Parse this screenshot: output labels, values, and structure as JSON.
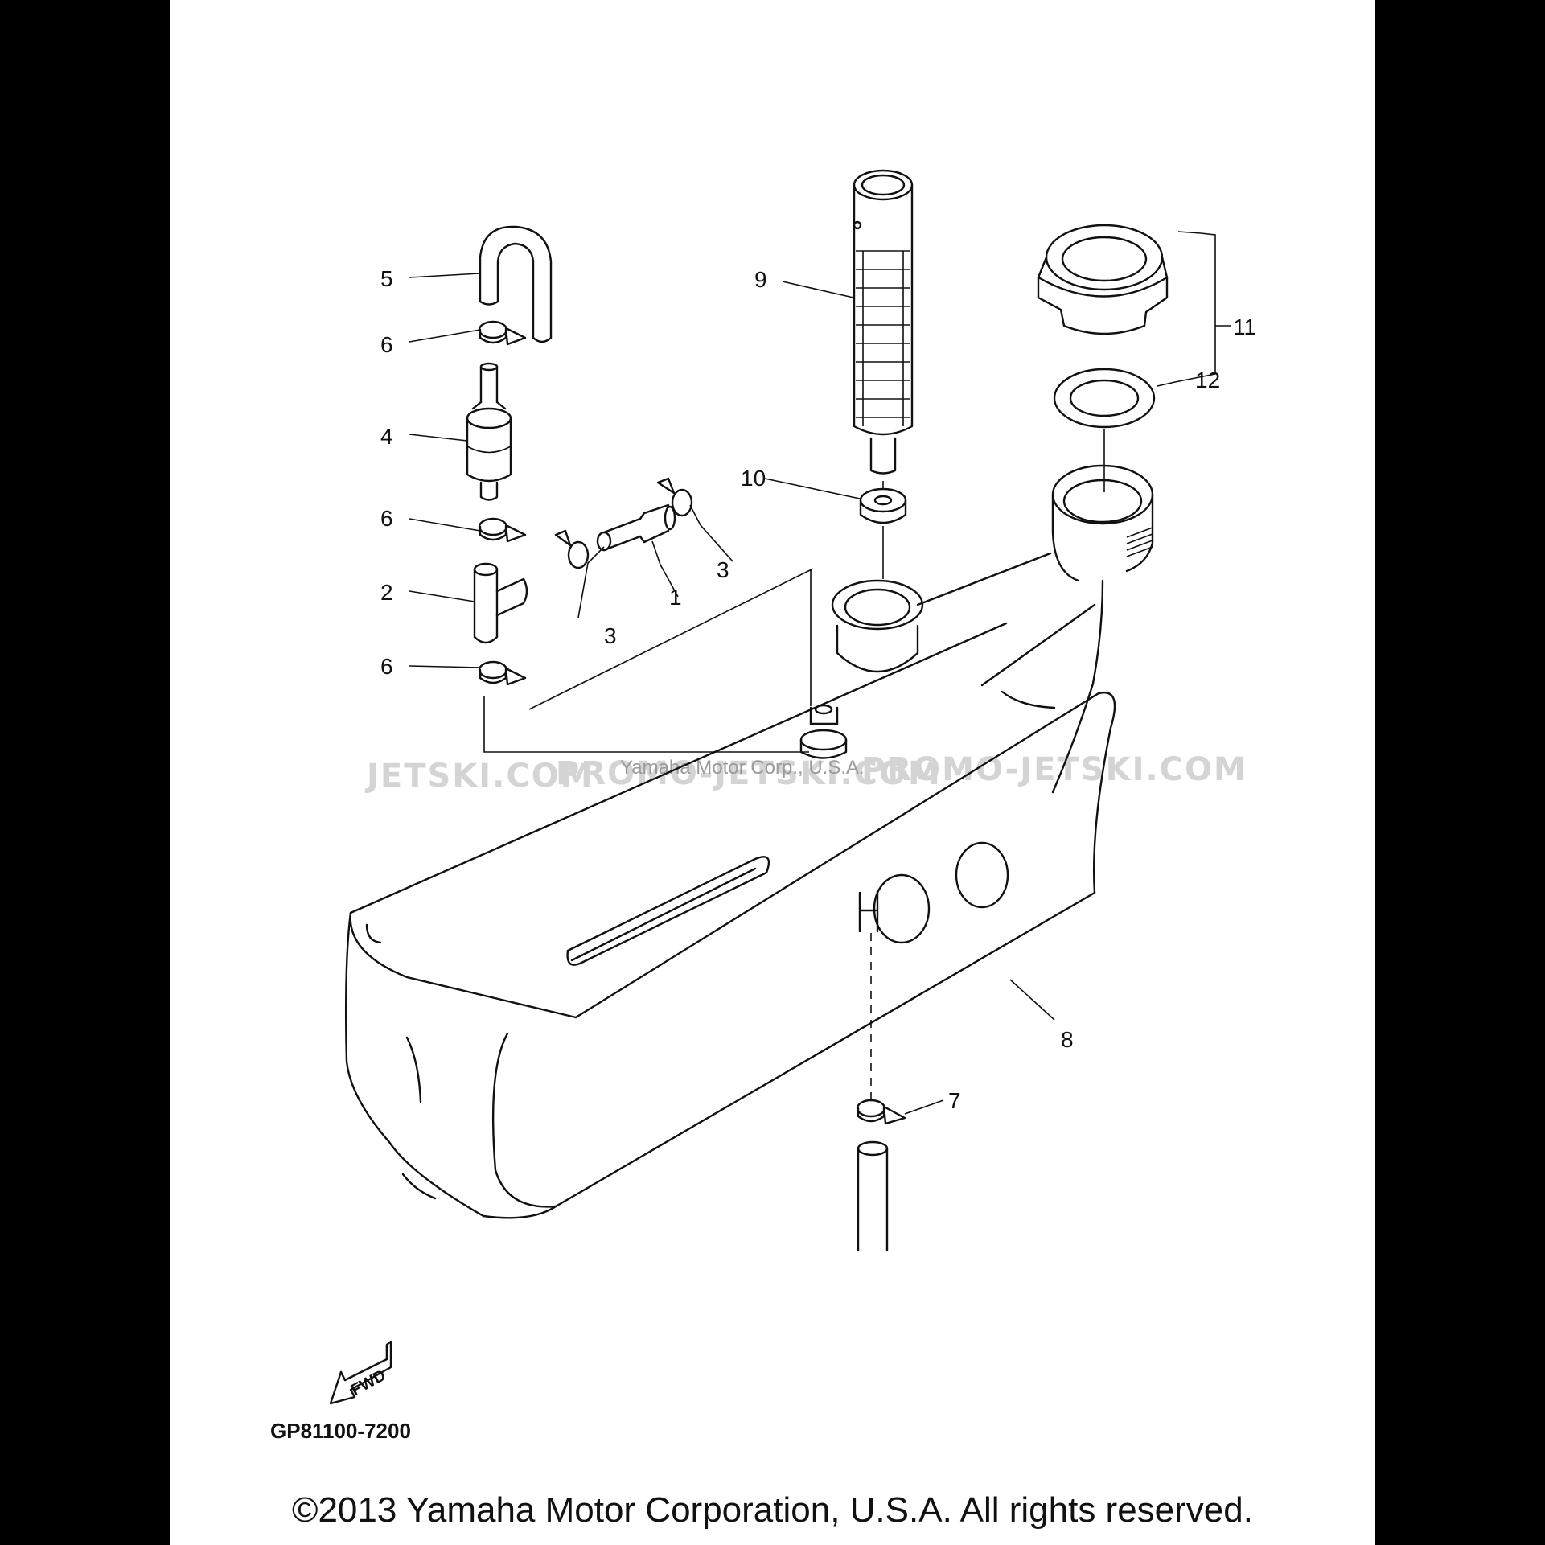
{
  "callouts": {
    "c1": "1",
    "c2": "2",
    "c3a": "3",
    "c3b": "3",
    "c4": "4",
    "c5": "5",
    "c6a": "6",
    "c6b": "6",
    "c6c": "6",
    "c7": "7",
    "c8": "8",
    "c9": "9",
    "c10": "10",
    "c11": "11",
    "c12": "12"
  },
  "watermark": {
    "left": "JETSKI.COM",
    "center": "PROMO-JETSKI.COM",
    "right": "PROMO-JETSKI.COM",
    "overlay": "Yamaha Motor Corp., U.S.A."
  },
  "fwd_label": "FWD",
  "diagram_code": "GP81100-7200",
  "copyright": "©2013 Yamaha Motor Corporation, U.S.A. All rights reserved."
}
